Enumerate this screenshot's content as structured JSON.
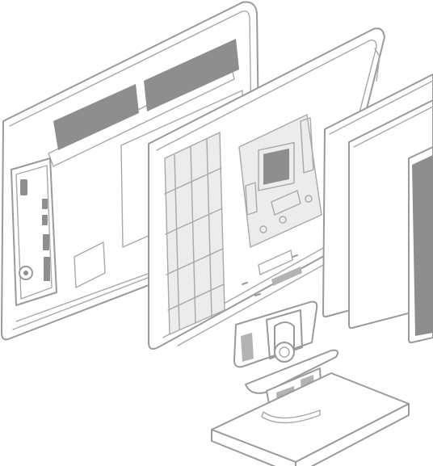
{
  "colors": {
    "line": "#9a9a9a",
    "dark_fill": "#8e8e8e",
    "mid_fill": "#b3b3b3",
    "light_fill": "#ececec",
    "background": "#ffffff"
  },
  "components": [
    "rear-cover",
    "chassis-with-mainboard",
    "display-panel",
    "front-glass",
    "front-bezel",
    "stand-hinge",
    "stand-base"
  ]
}
